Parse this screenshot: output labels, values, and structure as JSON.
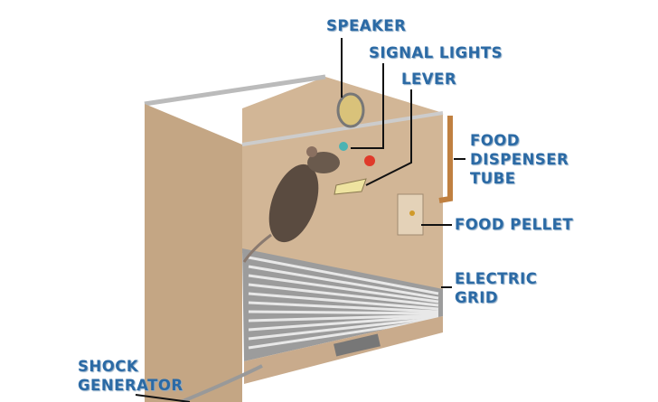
{
  "labels": {
    "speaker": "SPEAKER",
    "signal_lights": "SIGNAL LIGHTS",
    "lever": "LEVER",
    "food_dispenser_tube": [
      "FOOD",
      "DISPENSER",
      "TUBE"
    ],
    "food_pellet": "FOOD PELLET",
    "electric_grid": [
      "ELECTRIC",
      "GRID"
    ],
    "shock_generator": [
      "SHOCK",
      "GENERATOR"
    ]
  },
  "colors": {
    "label": "#2b6aa5",
    "box": "#c9ab8c",
    "box_dark": "#a88b6c",
    "light_red": "#e03a2a",
    "light_teal": "#4bb3b3"
  }
}
